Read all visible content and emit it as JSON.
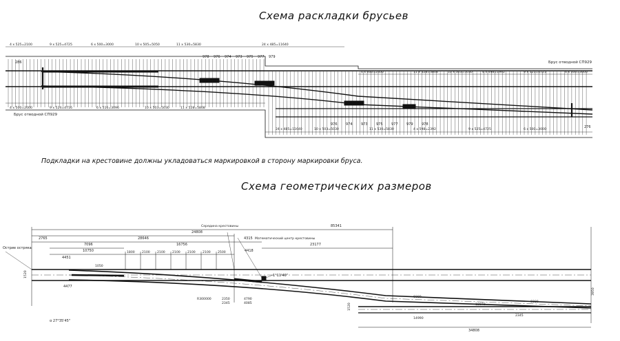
{
  "titles": {
    "sleeper_layout": "Схема раскладки брусьев",
    "geometry": "Схема геометрических размеров"
  },
  "note": "Подкладки на крестовине должны укладоваться маркировкой в сторону маркировки бруса.",
  "layout_scheme": {
    "callout_top_left": "Брус отводной СП929",
    "callout_right": "Брус отводной СП929",
    "tie_groups_top": [
      "4 x 525=2100",
      "9 x 525=4725",
      "6 x 500=3000",
      "10 x 505=5050",
      "11 x 530=5830",
      "24 x 485=11640",
      "4 x 600=2400",
      "11 x 528=5808",
      "10 x 503=5030",
      "4 x 498=1992",
      "9 x 525=4725",
      "6 x 500=3000"
    ],
    "tie_groups_bottom": [
      "4 x 500=2000",
      "9 x 524=4716",
      "6 x 516=3096",
      "10 x 503=5030",
      "11 x 528=5808",
      "24 x 485=11640",
      "10 x 503=5030",
      "11 x 530=5830",
      "4 x 598=2392",
      "9 x 525=4725",
      "6 x 500=3000"
    ],
    "plate_marks_top": [
      "978",
      "976",
      "974",
      "973",
      "975",
      "977",
      "979"
    ],
    "plate_marks_bottom": [
      "976",
      "974",
      "973",
      "975",
      "977",
      "979",
      "978"
    ],
    "end_dims": [
      "286",
      "276"
    ]
  },
  "geometry_scheme": {
    "label_front_joint": "Острие остряка",
    "label_math_center": "Математический центр крестовины",
    "label_sensors": "Середина крестовины",
    "angle_bottom": "α 27°35'45\"",
    "angle_frog": "1°11'40\"",
    "dims_top": [
      "24808",
      "85341",
      "2765",
      "7096",
      "28646",
      "16756",
      "4315",
      "23177",
      "4418"
    ],
    "dims_left": [
      "4451",
      "10750",
      "4477",
      "1050",
      "1520"
    ],
    "dims_ties": [
      "1800",
      "2100",
      "2100",
      "2100",
      "2100",
      "2100",
      "2500"
    ],
    "dims_bottom": [
      "R300000",
      "2350",
      "4790",
      "2345",
      "4085"
    ],
    "dims_right": [
      "3950",
      "1520",
      "6080",
      "18070",
      "6080",
      "2345",
      "34808",
      "14990"
    ]
  }
}
